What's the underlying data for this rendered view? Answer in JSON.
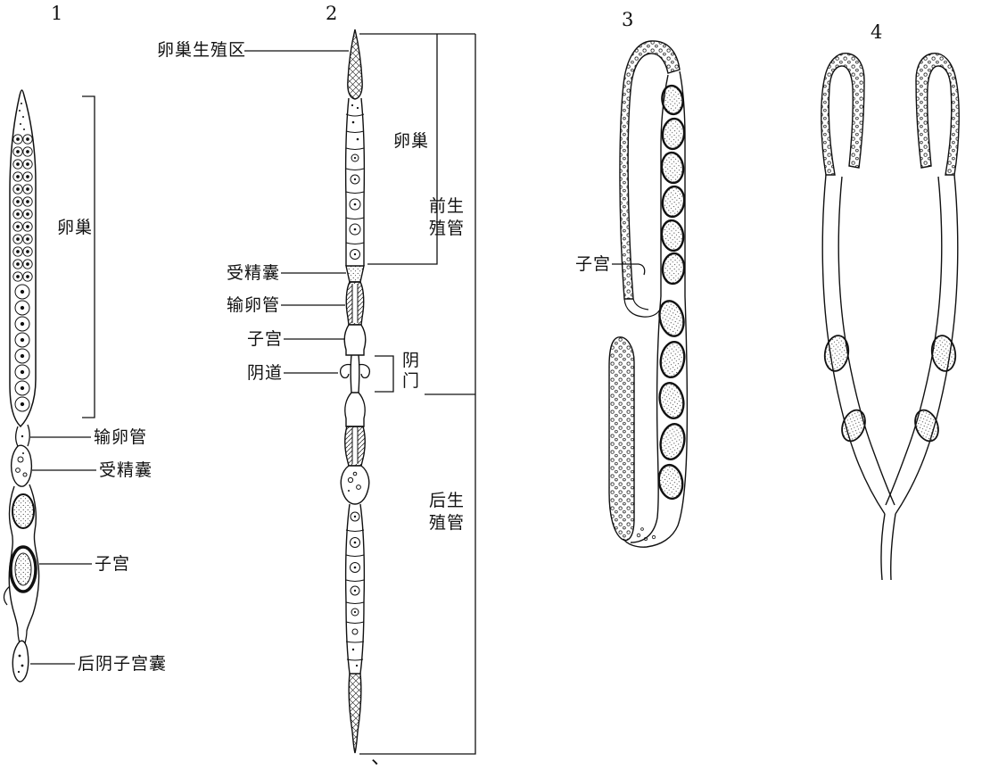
{
  "canvas": {
    "background": "#ffffff",
    "ink": "#111111"
  },
  "caption_mark": "、",
  "figures": [
    {
      "number": "1",
      "labels": {
        "ovary": "卵巢",
        "oviduct": "输卵管",
        "spermatheca": "受精囊",
        "uterus": "子宫",
        "post_vulval_uterine_sac": "后阴子宫囊"
      }
    },
    {
      "number": "2",
      "labels": {
        "ovary_germinal_zone": "卵巢生殖区",
        "ovary": "卵巢",
        "anterior_genital_tube": "前生殖管",
        "spermatheca": "受精囊",
        "oviduct": "输卵管",
        "uterus": "子宫",
        "vagina": "阴道",
        "vulva": "阴门",
        "posterior_genital_tube": "后生殖管"
      }
    },
    {
      "number": "3",
      "labels": {
        "uterus": "子宫"
      }
    },
    {
      "number": "4",
      "labels": {}
    }
  ]
}
